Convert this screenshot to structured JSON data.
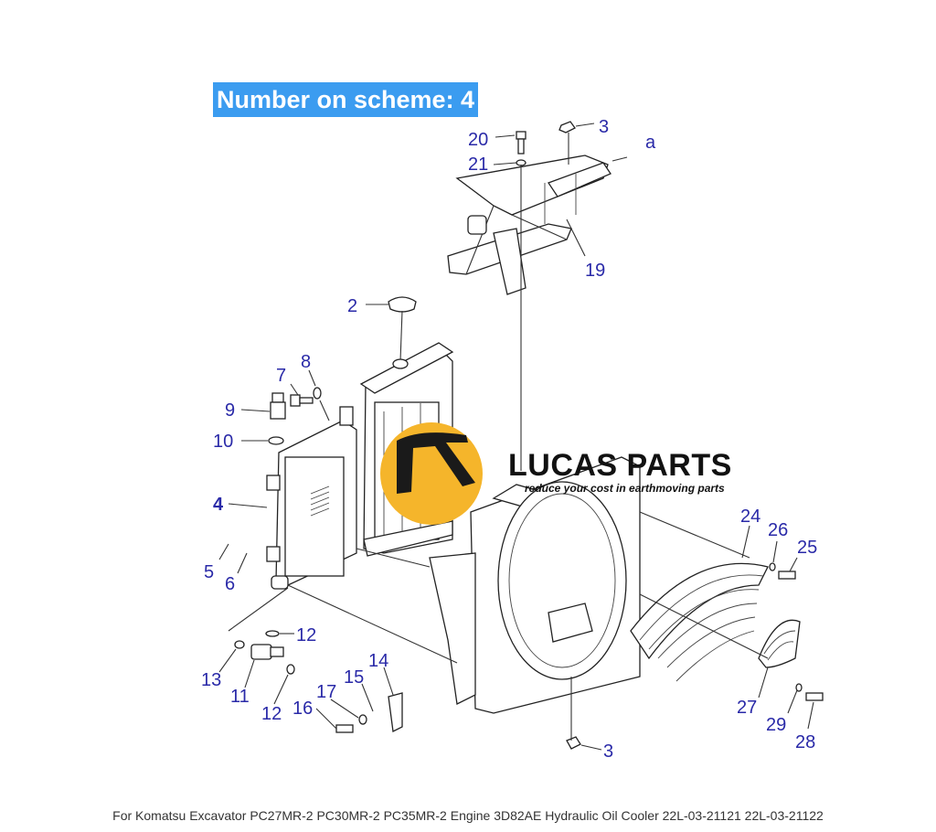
{
  "scheme_label": "Number on scheme: 4",
  "brand": {
    "name": "LUCAS PARTS",
    "slogan": "reduce your cost in earthmoving parts",
    "logo_color": "#f5b52b"
  },
  "caption": "For Komatsu Excavator PC27MR-2 PC30MR-2 PC35MR-2 Engine 3D82AE Hydraulic Oil Cooler 22L-03-21121 22L-03-21122",
  "colors": {
    "callout": "#2a2aa8",
    "banner": "#3b9cf0"
  },
  "callouts": {
    "c20": "20",
    "c21": "21",
    "c3top": "3",
    "ca": "a",
    "c19": "19",
    "c2": "2",
    "c8": "8",
    "c7": "7",
    "c9": "9",
    "c10": "10",
    "c4": "4",
    "c5": "5",
    "c6": "6",
    "c12a": "12",
    "c13": "13",
    "c11": "11",
    "c12b": "12",
    "c14": "14",
    "c15": "15",
    "c16": "16",
    "c17": "17",
    "c3bot": "3",
    "c24": "24",
    "c26": "26",
    "c25": "25",
    "c27": "27",
    "c29": "29",
    "c28": "28"
  }
}
